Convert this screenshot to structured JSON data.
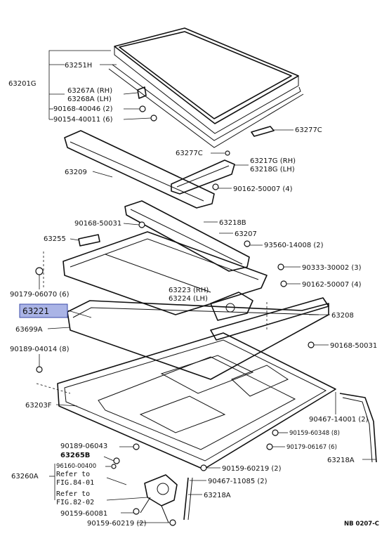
{
  "callouts": {
    "c63201G": "63201G",
    "c63251H": "63251H",
    "c63267A": "63267A (RH)",
    "c63268A": "63268A (LH)",
    "c90168_40046": "90168-40046 (2)",
    "c90154_40011": "90154-40011 (6)",
    "c63277C_top": "63277C",
    "c63277C_mid": "63277C",
    "c63217G": "63217G (RH)",
    "c63218G": "63218G (LH)",
    "c63209": "63209",
    "c90162_50007_a": "90162-50007 (4)",
    "c90168_50031_a": "90168-50031",
    "c63218B": "63218B",
    "c63255": "63255",
    "c63207": "63207",
    "c93560_14008": "93560-14008 (2)",
    "c90333_30002": "90333-30002 (3)",
    "c90179_06070": "90179-06070 (6)",
    "c90162_50007_b": "90162-50007 (4)",
    "c63223": "63223 (RH)",
    "c63224": "63224 (LH)",
    "c63221": "63221",
    "c63208": "63208",
    "c63699A": "63699A",
    "c90168_50031_b": "90168-50031",
    "c90189_04014": "90189-04014 (8)",
    "c63203F": "63203F",
    "c90467_14001": "90467-14001 (2)",
    "c90159_60348": "90159-60348 (8)",
    "c90179_06167": "90179-06167 (6)",
    "c90189_06043": "90189-06043",
    "c63265B": "63265B",
    "c96160_00400": "96160-00400",
    "c63218A_right": "63218A",
    "c63260A": "63260A",
    "c_refer1_a": "Refer to",
    "c_refer1_b": "FIG.84-01",
    "c90159_60219_a": "90159-60219 (2)",
    "c90467_11085": "90467-11085 (2)",
    "c_refer2_a": "Refer to",
    "c_refer2_b": "FIG.82-02",
    "c63218A_bottom": "63218A",
    "c90159_60081": "90159-60081",
    "c90159_60219_b": "90159-60219 (2)",
    "figure_code": "NB 0207-C"
  },
  "colors": {
    "highlight_fill": "#aab4e6",
    "highlight_stroke": "#3a4aa8",
    "line": "#111111"
  }
}
